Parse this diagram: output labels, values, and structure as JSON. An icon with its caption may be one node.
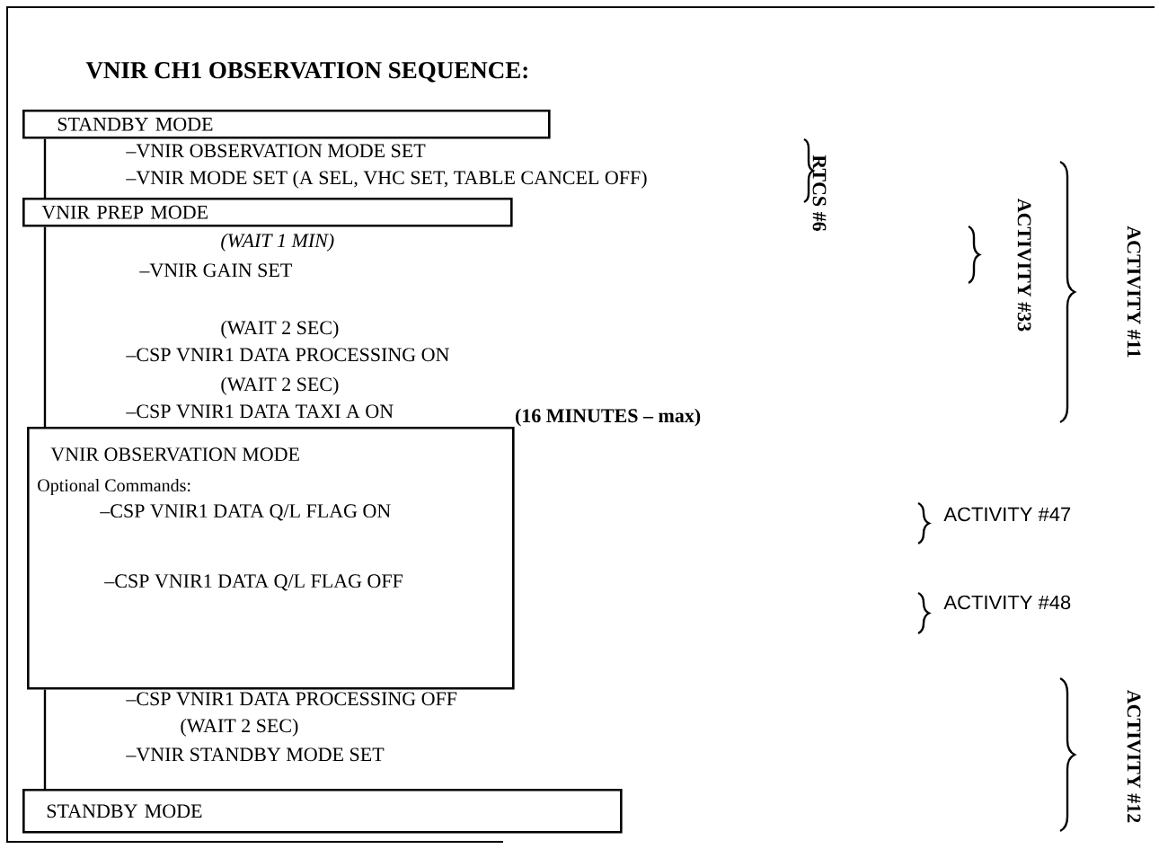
{
  "diagram": {
    "title": "VNIR CH1 OBSERVATION SEQUENCE:",
    "nodes": [
      {
        "text": [
          "STANDBY MODE"
        ]
      },
      {
        "text": [
          "VNIR PREP MODE"
        ]
      },
      {
        "text": [
          "VNIR OBSERVATION MODE",
          "Optional Commands:",
          "–CSP VNIR1 DATA Q/L FLAG ON",
          "–CSP VNIR1 DATA Q/L FLAG OFF"
        ],
        "beside": [
          "(16 MINUTES – max)"
        ]
      },
      {
        "text": [
          "STANDBY MODE"
        ]
      }
    ],
    "edges": [
      {
        "from": 0,
        "to": 1,
        "arrow": "none"
      },
      {
        "from": 1,
        "to": 2,
        "arrow": "none"
      },
      {
        "from": 2,
        "to": 3,
        "arrow": "none"
      }
    ],
    "labels": [
      "–VNIR OBSERVATION MODE SET",
      "–VNIR MODE SET (A SEL, VHC SET, TABLE CANCEL OFF)",
      "RTCS #6",
      "ACTIVITY #33",
      "ACTIVITY #11",
      "(WAIT 1 MIN)",
      "–VNIR GAIN SET",
      "(WAIT 2 SEC)",
      "–CSP VNIR1 DATA PROCESSING ON",
      "(WAIT 2 SEC)",
      "–CSP VNIR1 DATA TAXI A ON",
      "ACTIVITY #47",
      "ACTIVITY #48",
      "–CSP VNIR1 DATA PROCESSING OFF",
      "(WAIT 2 SEC)",
      "–VNIR STANDBY MODE SET",
      "ACTIVITY #12"
    ]
  }
}
